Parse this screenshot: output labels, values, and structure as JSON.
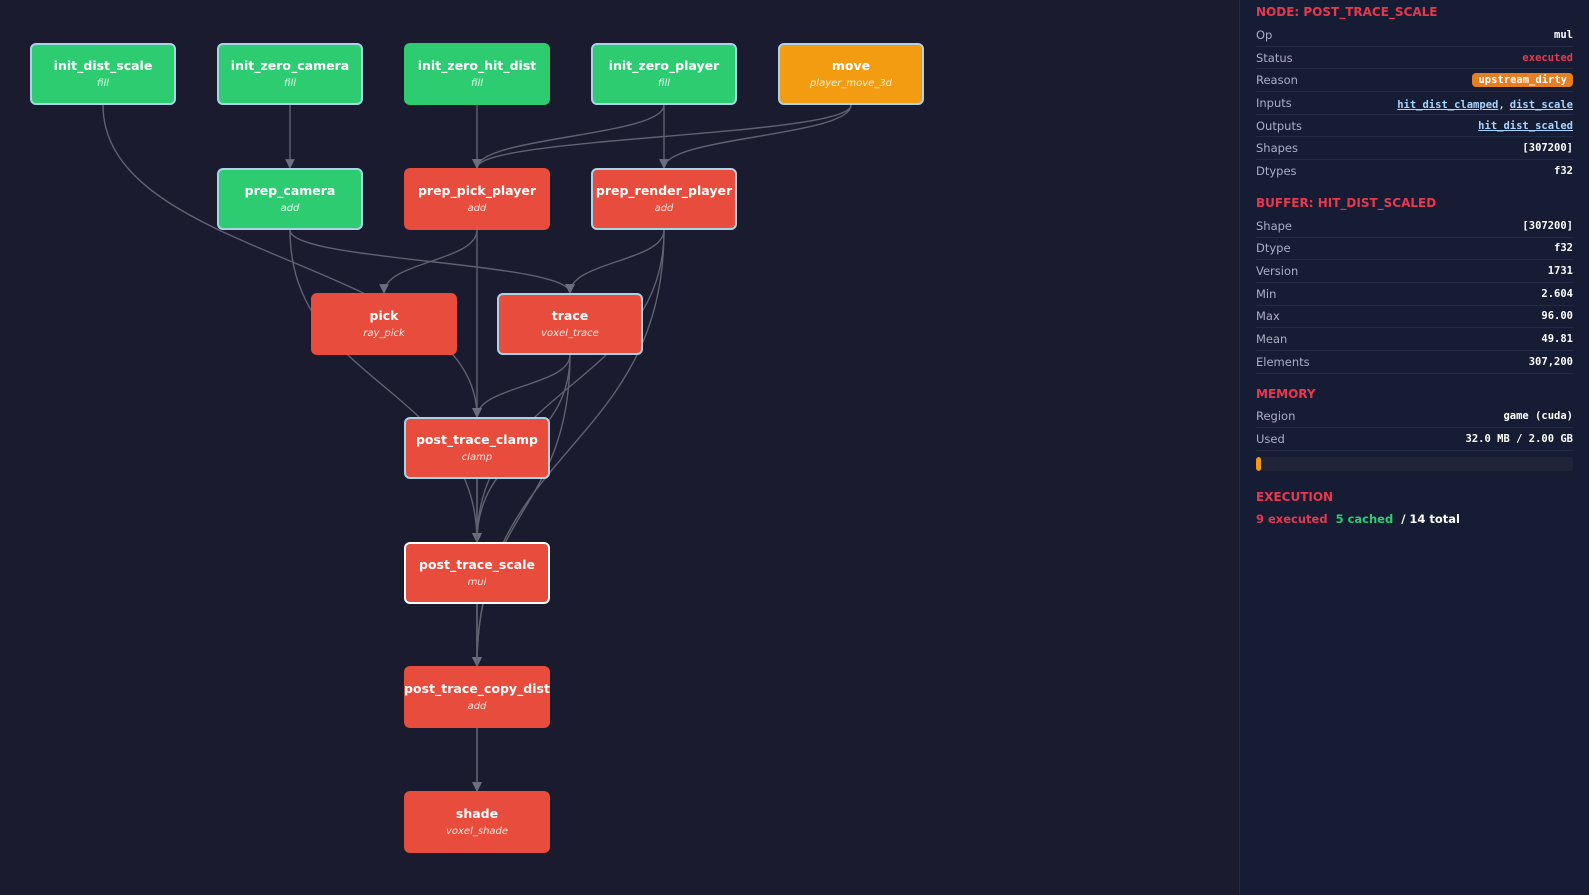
{
  "graph": {
    "nodes": [
      {
        "id": "init_dist_scale",
        "name": "init_dist_scale",
        "op": "fill",
        "status": "cached"
      },
      {
        "id": "init_zero_camera",
        "name": "init_zero_camera",
        "op": "fill",
        "status": "cached"
      },
      {
        "id": "init_zero_hit_dist",
        "name": "init_zero_hit_dist",
        "op": "fill",
        "status": "cached"
      },
      {
        "id": "init_zero_player",
        "name": "init_zero_player",
        "op": "fill",
        "status": "cached"
      },
      {
        "id": "move",
        "name": "move",
        "op": "player_move_3d",
        "status": "dirty"
      },
      {
        "id": "prep_camera",
        "name": "prep_camera",
        "op": "add",
        "status": "cached"
      },
      {
        "id": "prep_pick_player",
        "name": "prep_pick_player",
        "op": "add",
        "status": "executed"
      },
      {
        "id": "prep_render_player",
        "name": "prep_render_player",
        "op": "add",
        "status": "executed"
      },
      {
        "id": "pick",
        "name": "pick",
        "op": "ray_pick",
        "status": "executed"
      },
      {
        "id": "trace",
        "name": "trace",
        "op": "voxel_trace",
        "status": "executed"
      },
      {
        "id": "post_trace_clamp",
        "name": "post_trace_clamp",
        "op": "clamp",
        "status": "executed"
      },
      {
        "id": "post_trace_scale",
        "name": "post_trace_scale",
        "op": "mul",
        "status": "executed"
      },
      {
        "id": "post_trace_copy_dist",
        "name": "post_trace_copy_dist",
        "op": "add",
        "status": "executed"
      },
      {
        "id": "shade",
        "name": "shade",
        "op": "voxel_shade",
        "status": "executed"
      }
    ],
    "edges": [
      [
        "init_zero_camera",
        "prep_camera"
      ],
      [
        "init_zero_hit_dist",
        "prep_pick_player"
      ],
      [
        "init_zero_player",
        "prep_pick_player"
      ],
      [
        "move",
        "prep_pick_player"
      ],
      [
        "init_zero_player",
        "prep_render_player"
      ],
      [
        "move",
        "prep_render_player"
      ],
      [
        "prep_pick_player",
        "pick"
      ],
      [
        "prep_camera",
        "trace"
      ],
      [
        "prep_render_player",
        "trace"
      ],
      [
        "init_dist_scale",
        "post_trace_clamp"
      ],
      [
        "prep_pick_player",
        "post_trace_clamp"
      ],
      [
        "trace",
        "post_trace_clamp"
      ],
      [
        "post_trace_clamp",
        "post_trace_scale"
      ],
      [
        "prep_camera",
        "post_trace_scale"
      ],
      [
        "trace",
        "post_trace_scale"
      ],
      [
        "prep_render_player",
        "post_trace_scale"
      ],
      [
        "post_trace_scale",
        "post_trace_copy_dist"
      ],
      [
        "post_trace_clamp",
        "post_trace_copy_dist"
      ],
      [
        "trace",
        "post_trace_copy_dist"
      ],
      [
        "prep_render_player",
        "post_trace_copy_dist"
      ],
      [
        "post_trace_copy_dist",
        "shade"
      ],
      [
        "post_trace_scale",
        "shade"
      ]
    ]
  },
  "panel": {
    "node_section": {
      "title": "NODE: POST_TRACE_SCALE",
      "op_label": "Op",
      "op": "mul",
      "status_label": "Status",
      "status": "executed",
      "reason_label": "Reason",
      "reason": "upstream_dirty",
      "inputs_label": "Inputs",
      "inputs": [
        "hit_dist_clamped",
        "dist_scale"
      ],
      "inputs_sep": ",",
      "outputs_label": "Outputs",
      "outputs": "hit_dist_scaled",
      "shapes_label": "Shapes",
      "shapes": "[307200]",
      "dtypes_label": "Dtypes",
      "dtypes": "f32"
    },
    "buffer_section": {
      "title": "BUFFER: HIT_DIST_SCALED",
      "rows": [
        {
          "label": "Shape",
          "value": "[307200]"
        },
        {
          "label": "Dtype",
          "value": "f32"
        },
        {
          "label": "Version",
          "value": "1731"
        },
        {
          "label": "Min",
          "value": "2.604"
        },
        {
          "label": "Max",
          "value": "96.00"
        },
        {
          "label": "Mean",
          "value": "49.81"
        },
        {
          "label": "Elements",
          "value": "307,200"
        }
      ]
    },
    "memory_section": {
      "title": "MEMORY",
      "region_label": "Region",
      "region": "game (cuda)",
      "used_label": "Used",
      "used": "32.0 MB / 2.00 GB",
      "used_fraction": 0.016
    },
    "execution_section": {
      "title": "EXECUTION",
      "executed": "9 executed",
      "cached": "5 cached",
      "total": "/ 14 total"
    }
  },
  "colors": {
    "cached": "#2ecc71",
    "executed": "#e74c3c",
    "dirty": "#f39c12",
    "background": "#1a1b2e",
    "accent": "#e8384f"
  }
}
